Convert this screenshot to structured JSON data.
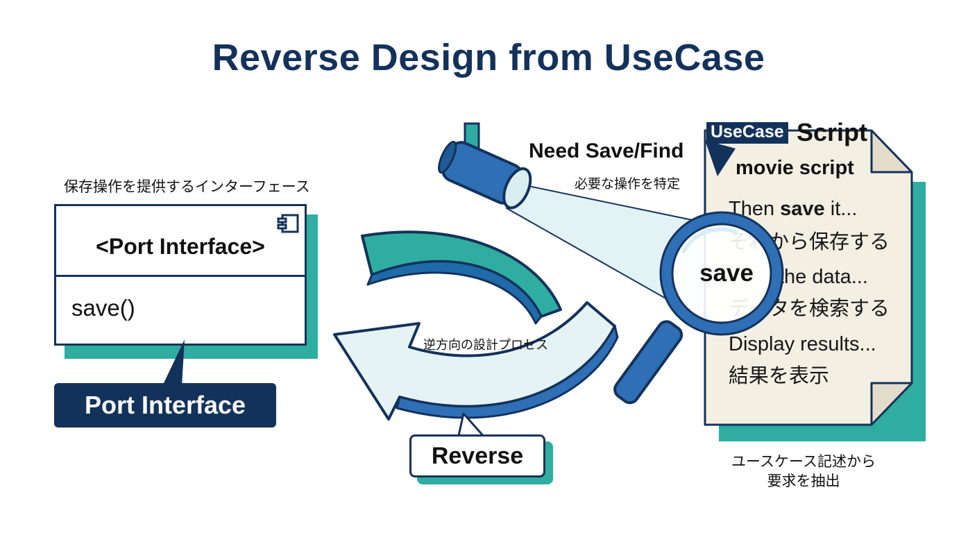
{
  "title": "Reverse Design from UseCase",
  "port": {
    "caption": "保存操作を提供するインターフェース",
    "title": "<Port Interface>",
    "method": "save()",
    "label": "Port Interface",
    "icon": "component-icon"
  },
  "spotlight": {
    "title": "Need Save/Find",
    "subtitle": "必要な操作を特定"
  },
  "magnifier": {
    "word": "save"
  },
  "reverse": {
    "caption": "逆方向の設計プロセス",
    "label": "Reverse"
  },
  "script": {
    "tag": "UseCase",
    "title": "Script",
    "subtitle": "movie script",
    "line1_pre": "Then ",
    "line1_bold": "save",
    "line1_post": " it...",
    "line2": "それから保存する",
    "line3": "the data...",
    "line4": "データを検索する",
    "line5": "Display results...",
    "line6": "結果を表示",
    "caption_1": "ユースケース記述から",
    "caption_2": "要求を抽出"
  },
  "colors": {
    "navy": "#13325b",
    "teal": "#2eada0",
    "blue": "#2f6fb6",
    "paper": "#f4efe3"
  }
}
